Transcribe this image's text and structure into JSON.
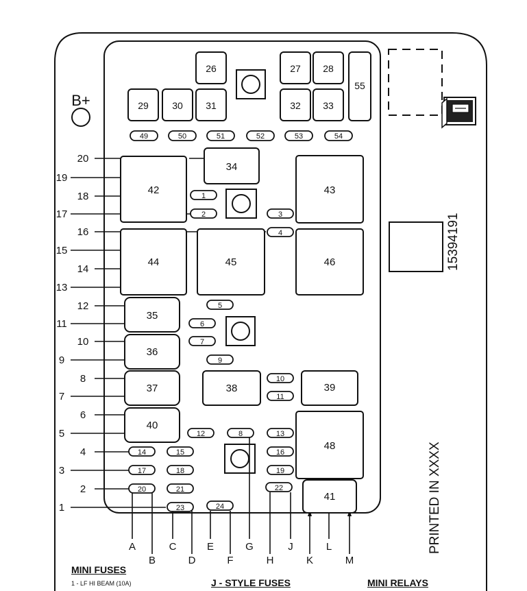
{
  "battery_terminal_label": "B+",
  "part_number": "15394191",
  "printed_note": "PRINTED IN XXXX",
  "relays": {
    "r26": "26",
    "r27": "27",
    "r28": "28",
    "r29": "29",
    "r30": "30",
    "r31": "31",
    "r32": "32",
    "r33": "33",
    "r55": "55",
    "r34": "34",
    "r42": "42",
    "r43": "43",
    "r44": "44",
    "r45": "45",
    "r46": "46",
    "r35": "35",
    "r36": "36",
    "r37": "37",
    "r38": "38",
    "r39": "39",
    "r40": "40",
    "r48": "48",
    "r41": "41"
  },
  "mini_fuses": {
    "f1": "1",
    "f2": "2",
    "f3": "3",
    "f4": "4",
    "f5": "5",
    "f6": "6",
    "f7": "7",
    "f8": "8",
    "f9": "9",
    "f10": "10",
    "f11": "11",
    "f12": "12",
    "f13": "13",
    "f14": "14",
    "f15": "15",
    "f16": "16",
    "f17": "17",
    "f18": "18",
    "f19": "19",
    "f20": "20",
    "f21": "21",
    "f22": "22",
    "f23": "23",
    "f24": "24",
    "f49": "49",
    "f50": "50",
    "f51": "51",
    "f52": "52",
    "f53": "53",
    "f54": "54"
  },
  "left_callouts": [
    "20",
    "19",
    "18",
    "17",
    "16",
    "15",
    "14",
    "13",
    "12",
    "11",
    "10",
    "9",
    "8",
    "7",
    "6",
    "5",
    "4",
    "3",
    "2",
    "1"
  ],
  "bottom_callouts": [
    "A",
    "B",
    "C",
    "D",
    "E",
    "F",
    "G",
    "H",
    "J",
    "K",
    "L",
    "M"
  ],
  "footer": {
    "mini_fuses_heading": "MINI FUSES",
    "j_style_heading": "J - STYLE FUSES",
    "mini_relays_heading": "MINI RELAYS",
    "first_item": "1 - LF HI BEAM (10A)"
  }
}
